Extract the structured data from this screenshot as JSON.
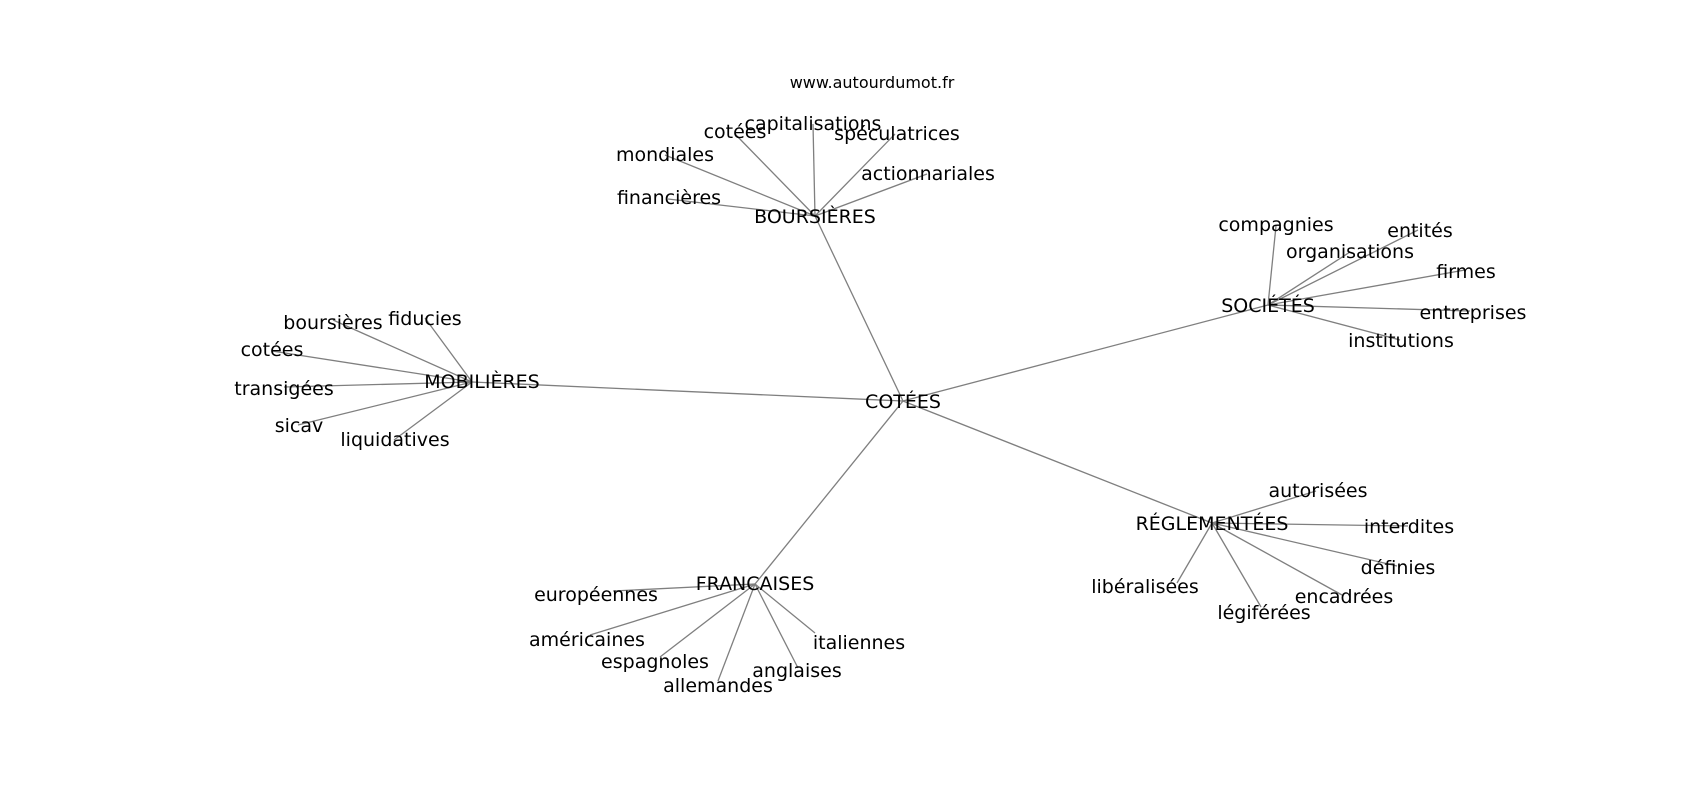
{
  "source": "www.autourdumot.fr",
  "center": "COTÉES",
  "nodes": {
    "center": "COTÉES",
    "boursieres": "BOURSIÈRES",
    "societes": "SOCIÉTÉS",
    "mobilieres": "MOBILIÈRES",
    "reglementees": "RÉGLEMENTÉES",
    "francaises": "FRANCAISES",
    "boursieres_leaves": [
      "cotées",
      "capitalisations",
      "spéculatrices",
      "mondiales",
      "actionnariales",
      "financières"
    ],
    "societes_leaves": [
      "compagnies",
      "entités",
      "organisations",
      "firmes",
      "entreprises",
      "institutions"
    ],
    "mobilieres_leaves": [
      "boursières",
      "fiducies",
      "cotées",
      "transigées",
      "sicav",
      "liquidatives"
    ],
    "reglementees_leaves": [
      "autorisées",
      "interdites",
      "définies",
      "encadrées",
      "légiférées",
      "libéralisées"
    ],
    "francaises_leaves": [
      "européennes",
      "américaines",
      "espagnoles",
      "allemandes",
      "anglaises",
      "italiennes"
    ]
  }
}
